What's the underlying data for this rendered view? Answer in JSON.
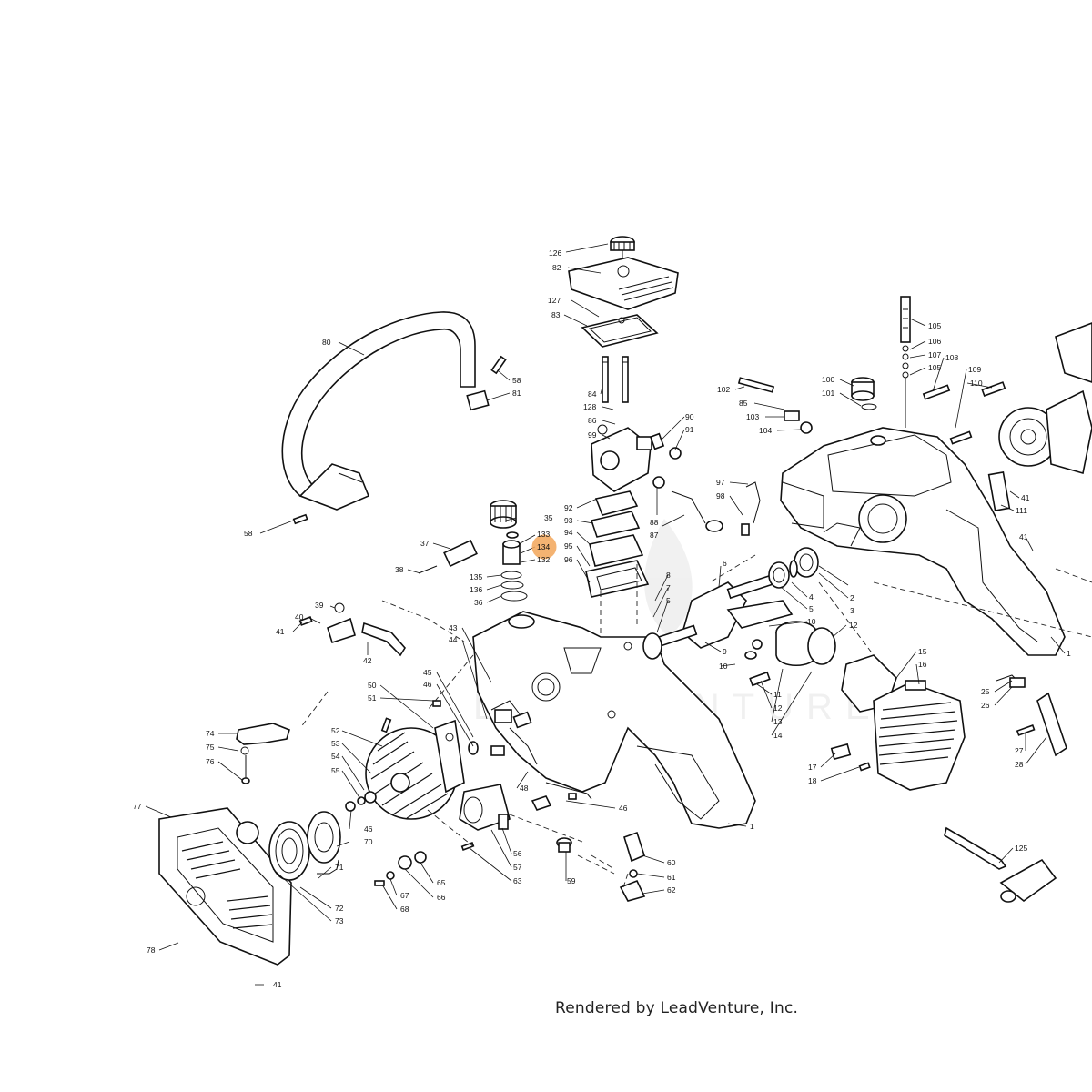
{
  "highlight": {
    "label": "134",
    "color": "#f3a65a"
  },
  "labels": {
    "126": "126",
    "82": "82",
    "127": "127",
    "83": "83",
    "84": "84",
    "128": "128",
    "86": "86",
    "99": "99",
    "90": "90",
    "91": "91",
    "92": "92",
    "93": "93",
    "94": "94",
    "95": "95",
    "96": "96",
    "88": "88",
    "87": "87",
    "97": "97",
    "98": "98",
    "80": "80",
    "58a": "58",
    "81": "81",
    "58b": "58",
    "35": "35",
    "133": "133",
    "134": "134",
    "132": "132",
    "135": "135",
    "136": "136",
    "36": "36",
    "37": "37",
    "38": "38",
    "39": "39",
    "40": "40",
    "41a": "41",
    "42": "42",
    "43": "43",
    "44": "44",
    "45": "45",
    "46a": "46",
    "50": "50",
    "51": "51",
    "52": "52",
    "53": "53",
    "54": "54",
    "55": "55",
    "74": "74",
    "75": "75",
    "76": "76",
    "77": "77",
    "78": "78",
    "41b": "41",
    "46b": "46",
    "70": "70",
    "71": "71",
    "72": "72",
    "73": "73",
    "48": "48",
    "46c": "46",
    "56": "56",
    "57": "57",
    "63": "63",
    "59": "59",
    "60": "60",
    "61": "61",
    "62": "62",
    "65": "65",
    "66": "66",
    "67": "67",
    "68": "68",
    "8": "8",
    "7": "7",
    "5a": "5",
    "6": "6",
    "4": "4",
    "5b": "5",
    "3": "3",
    "2": "2",
    "9": "9",
    "10a": "10",
    "10b": "10",
    "12a": "12",
    "11": "11",
    "12b": "12",
    "13": "13",
    "14": "14",
    "15": "15",
    "16": "16",
    "17": "17",
    "18": "18",
    "1a": "1",
    "1b": "1",
    "100": "100",
    "101": "101",
    "102": "102",
    "85": "85",
    "103": "103",
    "104": "104",
    "105": "105",
    "106": "106",
    "107": "107",
    "105b": "105",
    "108": "108",
    "109": "109",
    "110": "110",
    "41c": "41",
    "111": "111",
    "41d": "41",
    "25": "25",
    "26": "26",
    "27": "27",
    "28": "28",
    "125": "125"
  },
  "footer": "Rendered by LeadVenture, Inc."
}
